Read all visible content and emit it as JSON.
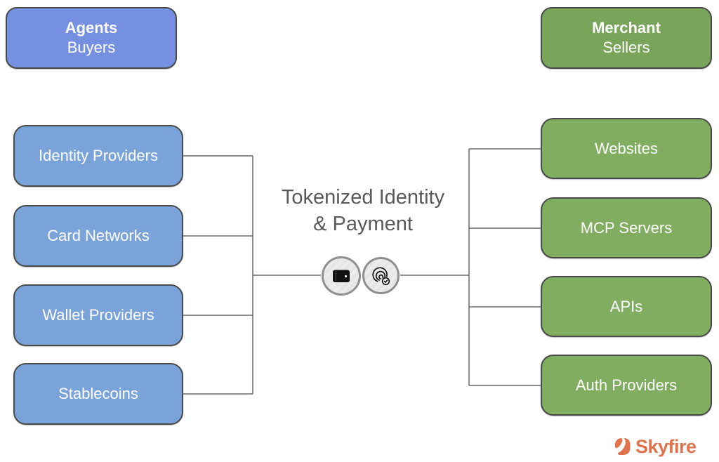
{
  "canvas": {
    "background": "#ffffff"
  },
  "headers": {
    "left": {
      "title": "Agents",
      "subtitle": "Buyers"
    },
    "right": {
      "title": "Merchant",
      "subtitle": "Sellers"
    }
  },
  "left_column": {
    "items": [
      {
        "label": "Identity Providers"
      },
      {
        "label": "Card Networks"
      },
      {
        "label": "Wallet Providers"
      },
      {
        "label": "Stablecoins"
      }
    ]
  },
  "right_column": {
    "items": [
      {
        "label": "Websites"
      },
      {
        "label": "MCP Servers"
      },
      {
        "label": "APIs"
      },
      {
        "label": "Auth Providers"
      }
    ]
  },
  "center": {
    "title_line1": "Tokenized Identity",
    "title_line2": "& Payment",
    "icons": [
      {
        "name": "wallet-icon"
      },
      {
        "name": "fingerprint-check-icon"
      }
    ]
  },
  "branding": {
    "logo_text": "Skyfire"
  },
  "colors": {
    "header_blue": "#7590e0",
    "box_blue": "#7aa3da",
    "header_green": "#79a55b",
    "box_green": "#80ad60",
    "box_border": "#4a4a4a",
    "connector_gray": "#6a6a6a",
    "title_text": "#595959",
    "circle_fill": "#e9e9e9",
    "circle_border": "#8f8f8f",
    "logo_orange": "#e0724c"
  }
}
